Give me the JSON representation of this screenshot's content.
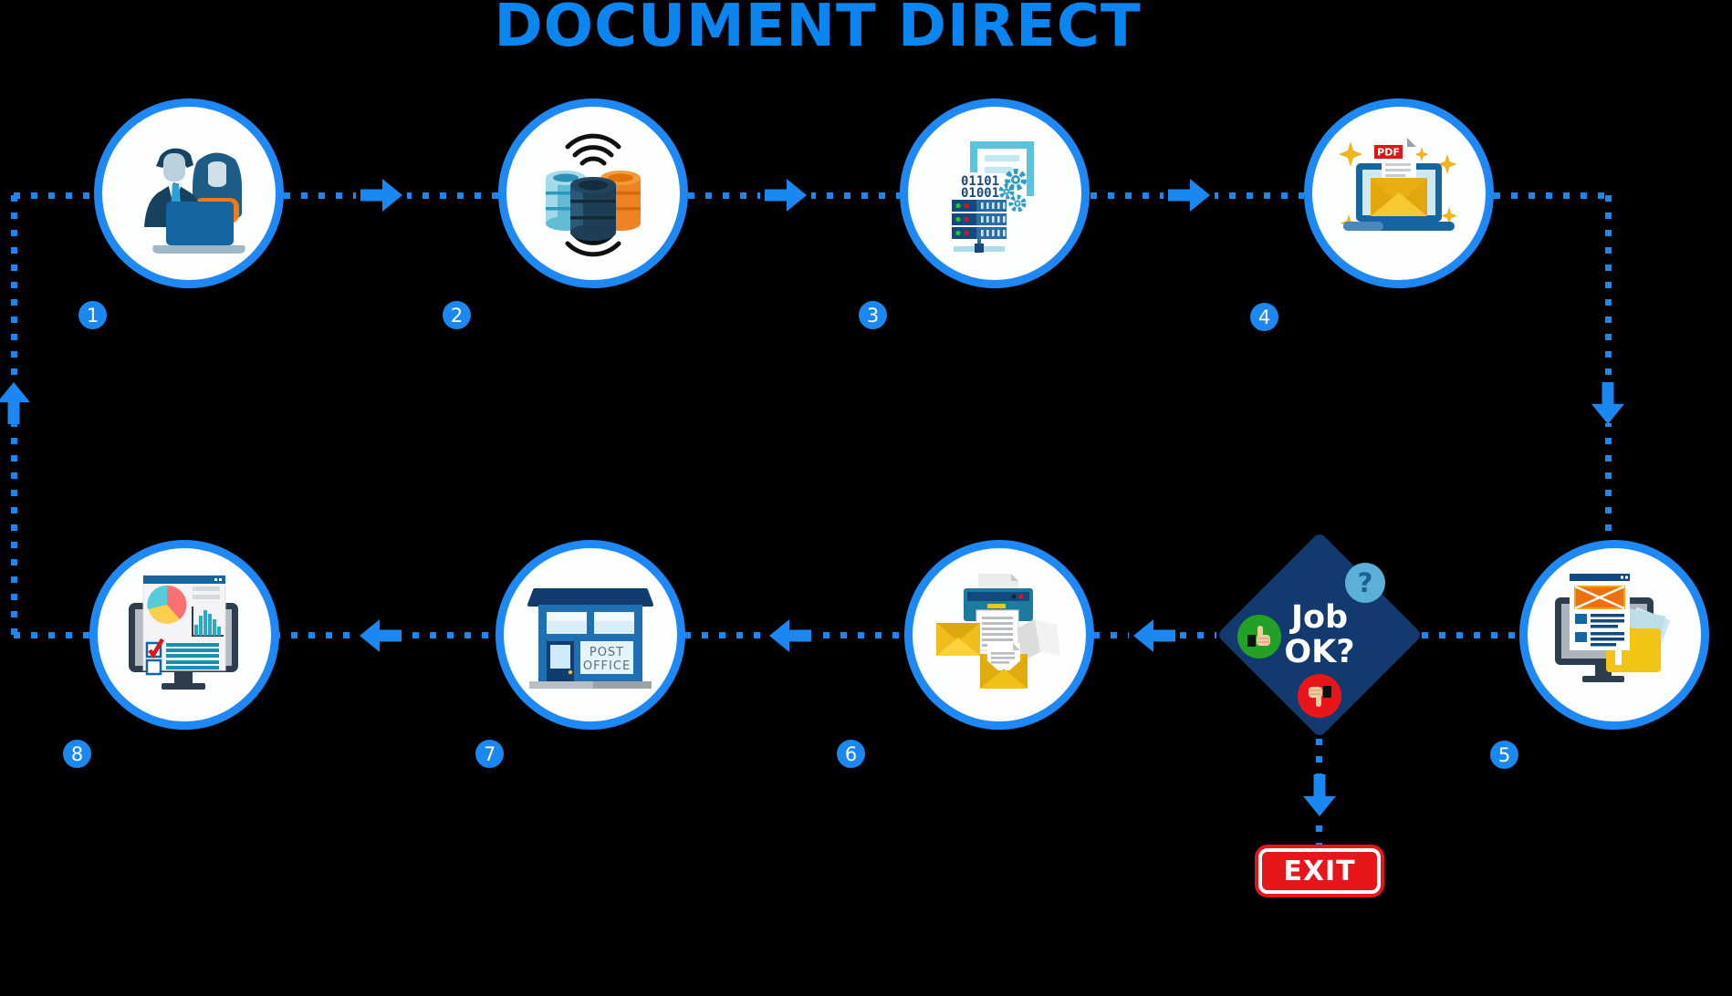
{
  "title": "DOCUMENT DIRECT",
  "colors": {
    "background": "#000000",
    "accent_blue": "#0b86f0",
    "connector_blue": "#1b87f0",
    "circle_border": "#1e88f5",
    "circle_fill": "#fdfefe",
    "diamond_navy": "#123a6e",
    "exit_red": "#e8151a",
    "thumb_up_green": "#23a127",
    "thumb_down_red": "#e8151a",
    "question_light_blue": "#5cb0d8",
    "envelope_gold": "#f0b429",
    "folder_yellow": "#f2c414",
    "db_orange": "#ef8322"
  },
  "steps": [
    {
      "number": "1",
      "icon": "customers-icon"
    },
    {
      "number": "2",
      "icon": "database-sync-icon"
    },
    {
      "number": "3",
      "icon": "processing-server-icon"
    },
    {
      "number": "4",
      "icon": "pdf-email-icon"
    },
    {
      "number": "5",
      "icon": "document-review-icon"
    },
    {
      "number": "6",
      "icon": "print-mail-icon"
    },
    {
      "number": "7",
      "icon": "post-office-icon"
    },
    {
      "number": "8",
      "icon": "reports-icon"
    }
  ],
  "decision": {
    "line1": "Job",
    "line2": "OK?",
    "question_mark": "?"
  },
  "exit": {
    "label": "EXIT"
  },
  "texts": {
    "binary_line1": "01101",
    "binary_line2": "01001",
    "pdf_label": "PDF",
    "post_line1": "POST",
    "post_line2": "OFFICE"
  }
}
